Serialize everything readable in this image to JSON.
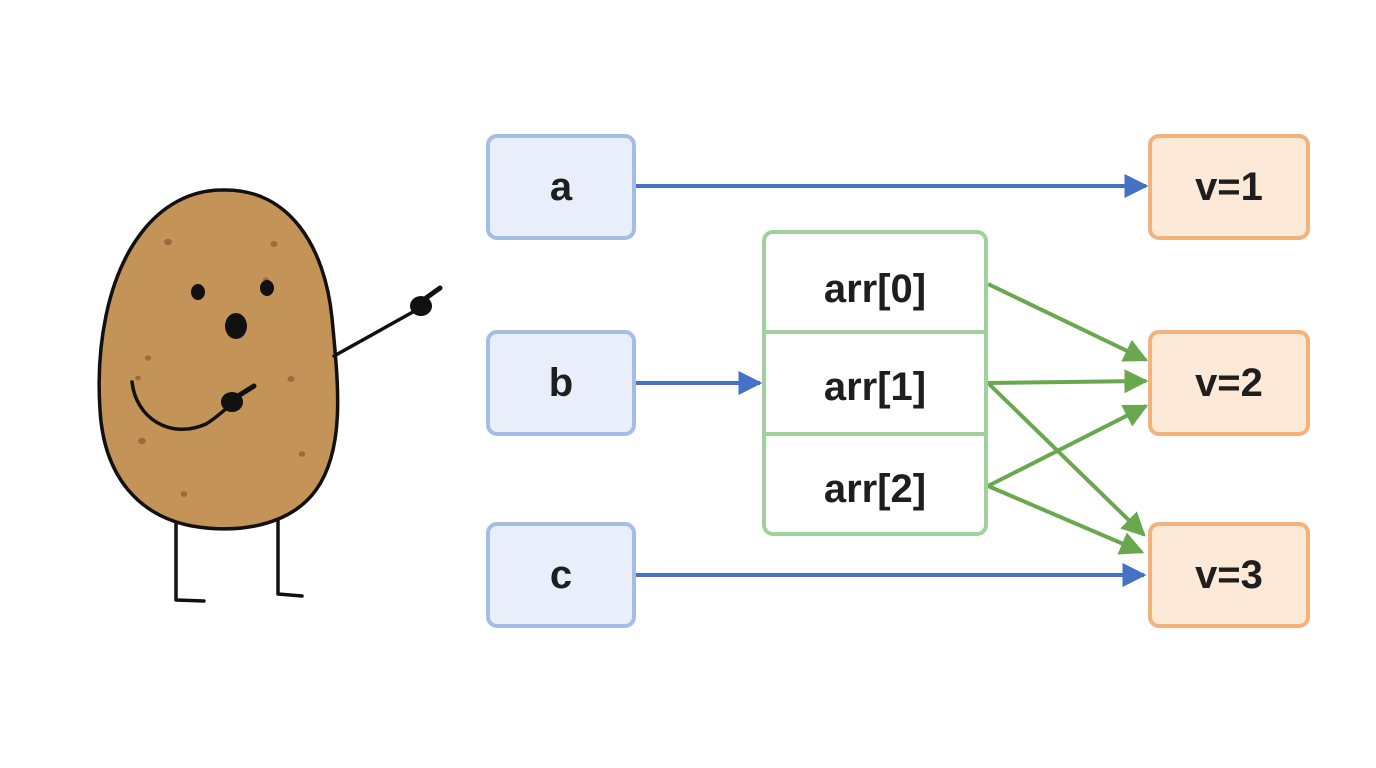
{
  "variables": [
    {
      "id": "a",
      "label": "a"
    },
    {
      "id": "b",
      "label": "b"
    },
    {
      "id": "c",
      "label": "c"
    }
  ],
  "array_cells": [
    {
      "id": "arr0",
      "label": "arr[0]"
    },
    {
      "id": "arr1",
      "label": "arr[1]"
    },
    {
      "id": "arr2",
      "label": "arr[2]"
    }
  ],
  "values": [
    {
      "id": "v1",
      "label": "v=1"
    },
    {
      "id": "v2",
      "label": "v=2"
    },
    {
      "id": "v3",
      "label": "v=3"
    }
  ],
  "edges": [
    {
      "from": "a",
      "to": "v1",
      "kind": "reference"
    },
    {
      "from": "b",
      "to": "array",
      "kind": "reference"
    },
    {
      "from": "c",
      "to": "v3",
      "kind": "reference"
    },
    {
      "from": "arr0",
      "to": "v2",
      "kind": "element"
    },
    {
      "from": "arr1",
      "to": "v2",
      "kind": "element"
    },
    {
      "from": "arr1",
      "to": "v3",
      "kind": "element"
    },
    {
      "from": "arr2",
      "to": "v2",
      "kind": "element"
    },
    {
      "from": "arr2",
      "to": "v3",
      "kind": "element"
    }
  ],
  "colors": {
    "var_fill": "#e8effb",
    "var_stroke": "#a3bde6",
    "array_stroke": "#9fd19a",
    "value_fill": "#fde9d7",
    "value_stroke": "#f2b27a",
    "reference_arrow": "#4472c4",
    "element_arrow": "#6aa84f",
    "potato_body": "#c49358",
    "potato_spots": "#9c6a3c",
    "outline": "#111111"
  },
  "illustration": {
    "name": "potato-character",
    "pose": "pointing-right"
  }
}
